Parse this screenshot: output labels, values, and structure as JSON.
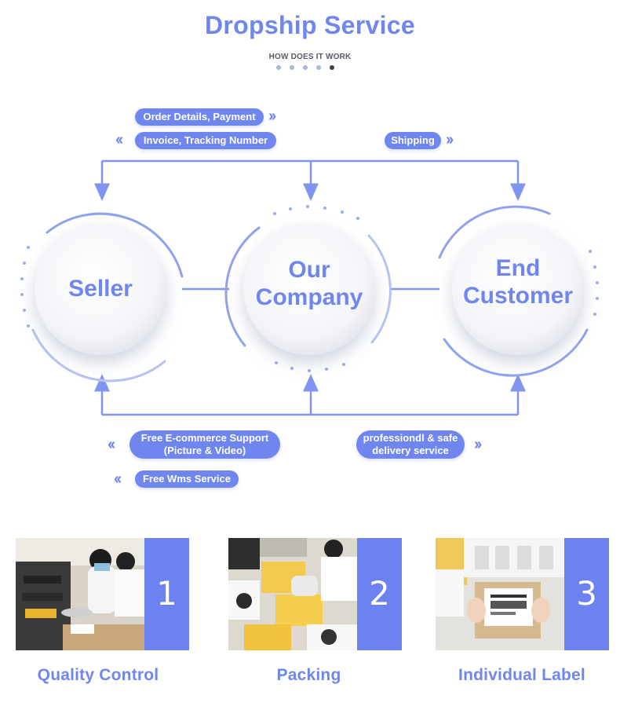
{
  "header": {
    "title": "Dropship Service",
    "subtitle": "HOW DOES IT WORK"
  },
  "colors": {
    "accent": "#6f86ee",
    "dot_light": "#9aa9d6",
    "dot_dark": "#3b3f4a",
    "line": "#7f95ef"
  },
  "nodes": {
    "seller": "Seller",
    "company_line1": "Our",
    "company_line2": "Company",
    "customer_line1": "End",
    "customer_line2": "Customer"
  },
  "flows_top": {
    "order": "Order  Details, Payment",
    "invoice": "Invoice, Tracking Number",
    "shipping": "Shipping"
  },
  "flows_bottom": {
    "support_line1": "Free E-commerce Support",
    "support_line2": "(Picture & Video)",
    "wms": "Free Wms Service",
    "delivery_line1": "professiondl & safe",
    "delivery_line2": "delivery service"
  },
  "steps": [
    {
      "number": "1",
      "label": "Quality Control",
      "photo_icon": "quality-control-photo"
    },
    {
      "number": "2",
      "label": "Packing",
      "photo_icon": "packing-photo"
    },
    {
      "number": "3",
      "label": "Individual Label",
      "photo_icon": "label-photo"
    }
  ]
}
